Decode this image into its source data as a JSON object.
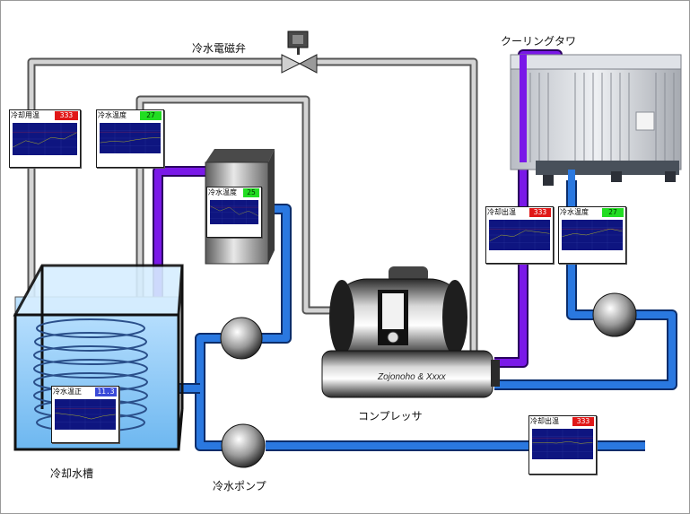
{
  "labels": {
    "cold_valve": "冷水電磁弁",
    "cooling_tower": "クーリングタワ",
    "compressor": "コンプレッサ",
    "cooling_tank": "冷却水槽",
    "cold_pump": "冷水ポンプ"
  },
  "compressor_brand": "Zojonoho & Xxxx",
  "colors": {
    "pipe_gray": "#c8c8c8",
    "pipe_purple": "#7a18e8",
    "pipe_blue": "#2a78e0",
    "plot_bg": "#0e1580",
    "trace": "#f0f000",
    "limit_line": "#e03030",
    "value_red": "#e01818",
    "value_green": "#22dd22",
    "value_blue": "#3a4ad8"
  },
  "gauges": [
    {
      "id": "tank-inlet",
      "title": "冷却用温",
      "value": "333",
      "value_color": "value_red",
      "trace": [
        0.25,
        0.45,
        0.35,
        0.55,
        0.5,
        0.7
      ]
    },
    {
      "id": "cold-return",
      "title": "冷水温度",
      "value": "27",
      "value_color": "value_green",
      "trace": [
        0.35,
        0.4,
        0.38,
        0.45,
        0.5,
        0.52
      ]
    },
    {
      "id": "chiller-temp",
      "title": "冷水温度",
      "value": "25",
      "value_color": "value_green",
      "trace": [
        0.75,
        0.55,
        0.7,
        0.4,
        0.55,
        0.35
      ]
    },
    {
      "id": "tower-outlet",
      "title": "冷却出温",
      "value": "333",
      "value_color": "value_red",
      "trace": [
        0.3,
        0.5,
        0.45,
        0.65,
        0.6,
        0.55
      ]
    },
    {
      "id": "tower-return",
      "title": "冷水温度",
      "value": "27",
      "value_color": "value_green",
      "trace": [
        0.45,
        0.55,
        0.5,
        0.6,
        0.7,
        0.62
      ]
    },
    {
      "id": "tank-level",
      "title": "冷水温正",
      "value": "11.3",
      "value_color": "value_blue",
      "trace": [
        0.55,
        0.5,
        0.45,
        0.35,
        0.45,
        0.5
      ]
    },
    {
      "id": "pump-outlet",
      "title": "冷却出温",
      "value": "333",
      "value_color": "value_red",
      "trace": [
        0.55,
        0.55,
        0.53,
        0.58,
        0.52,
        0.55
      ]
    }
  ]
}
